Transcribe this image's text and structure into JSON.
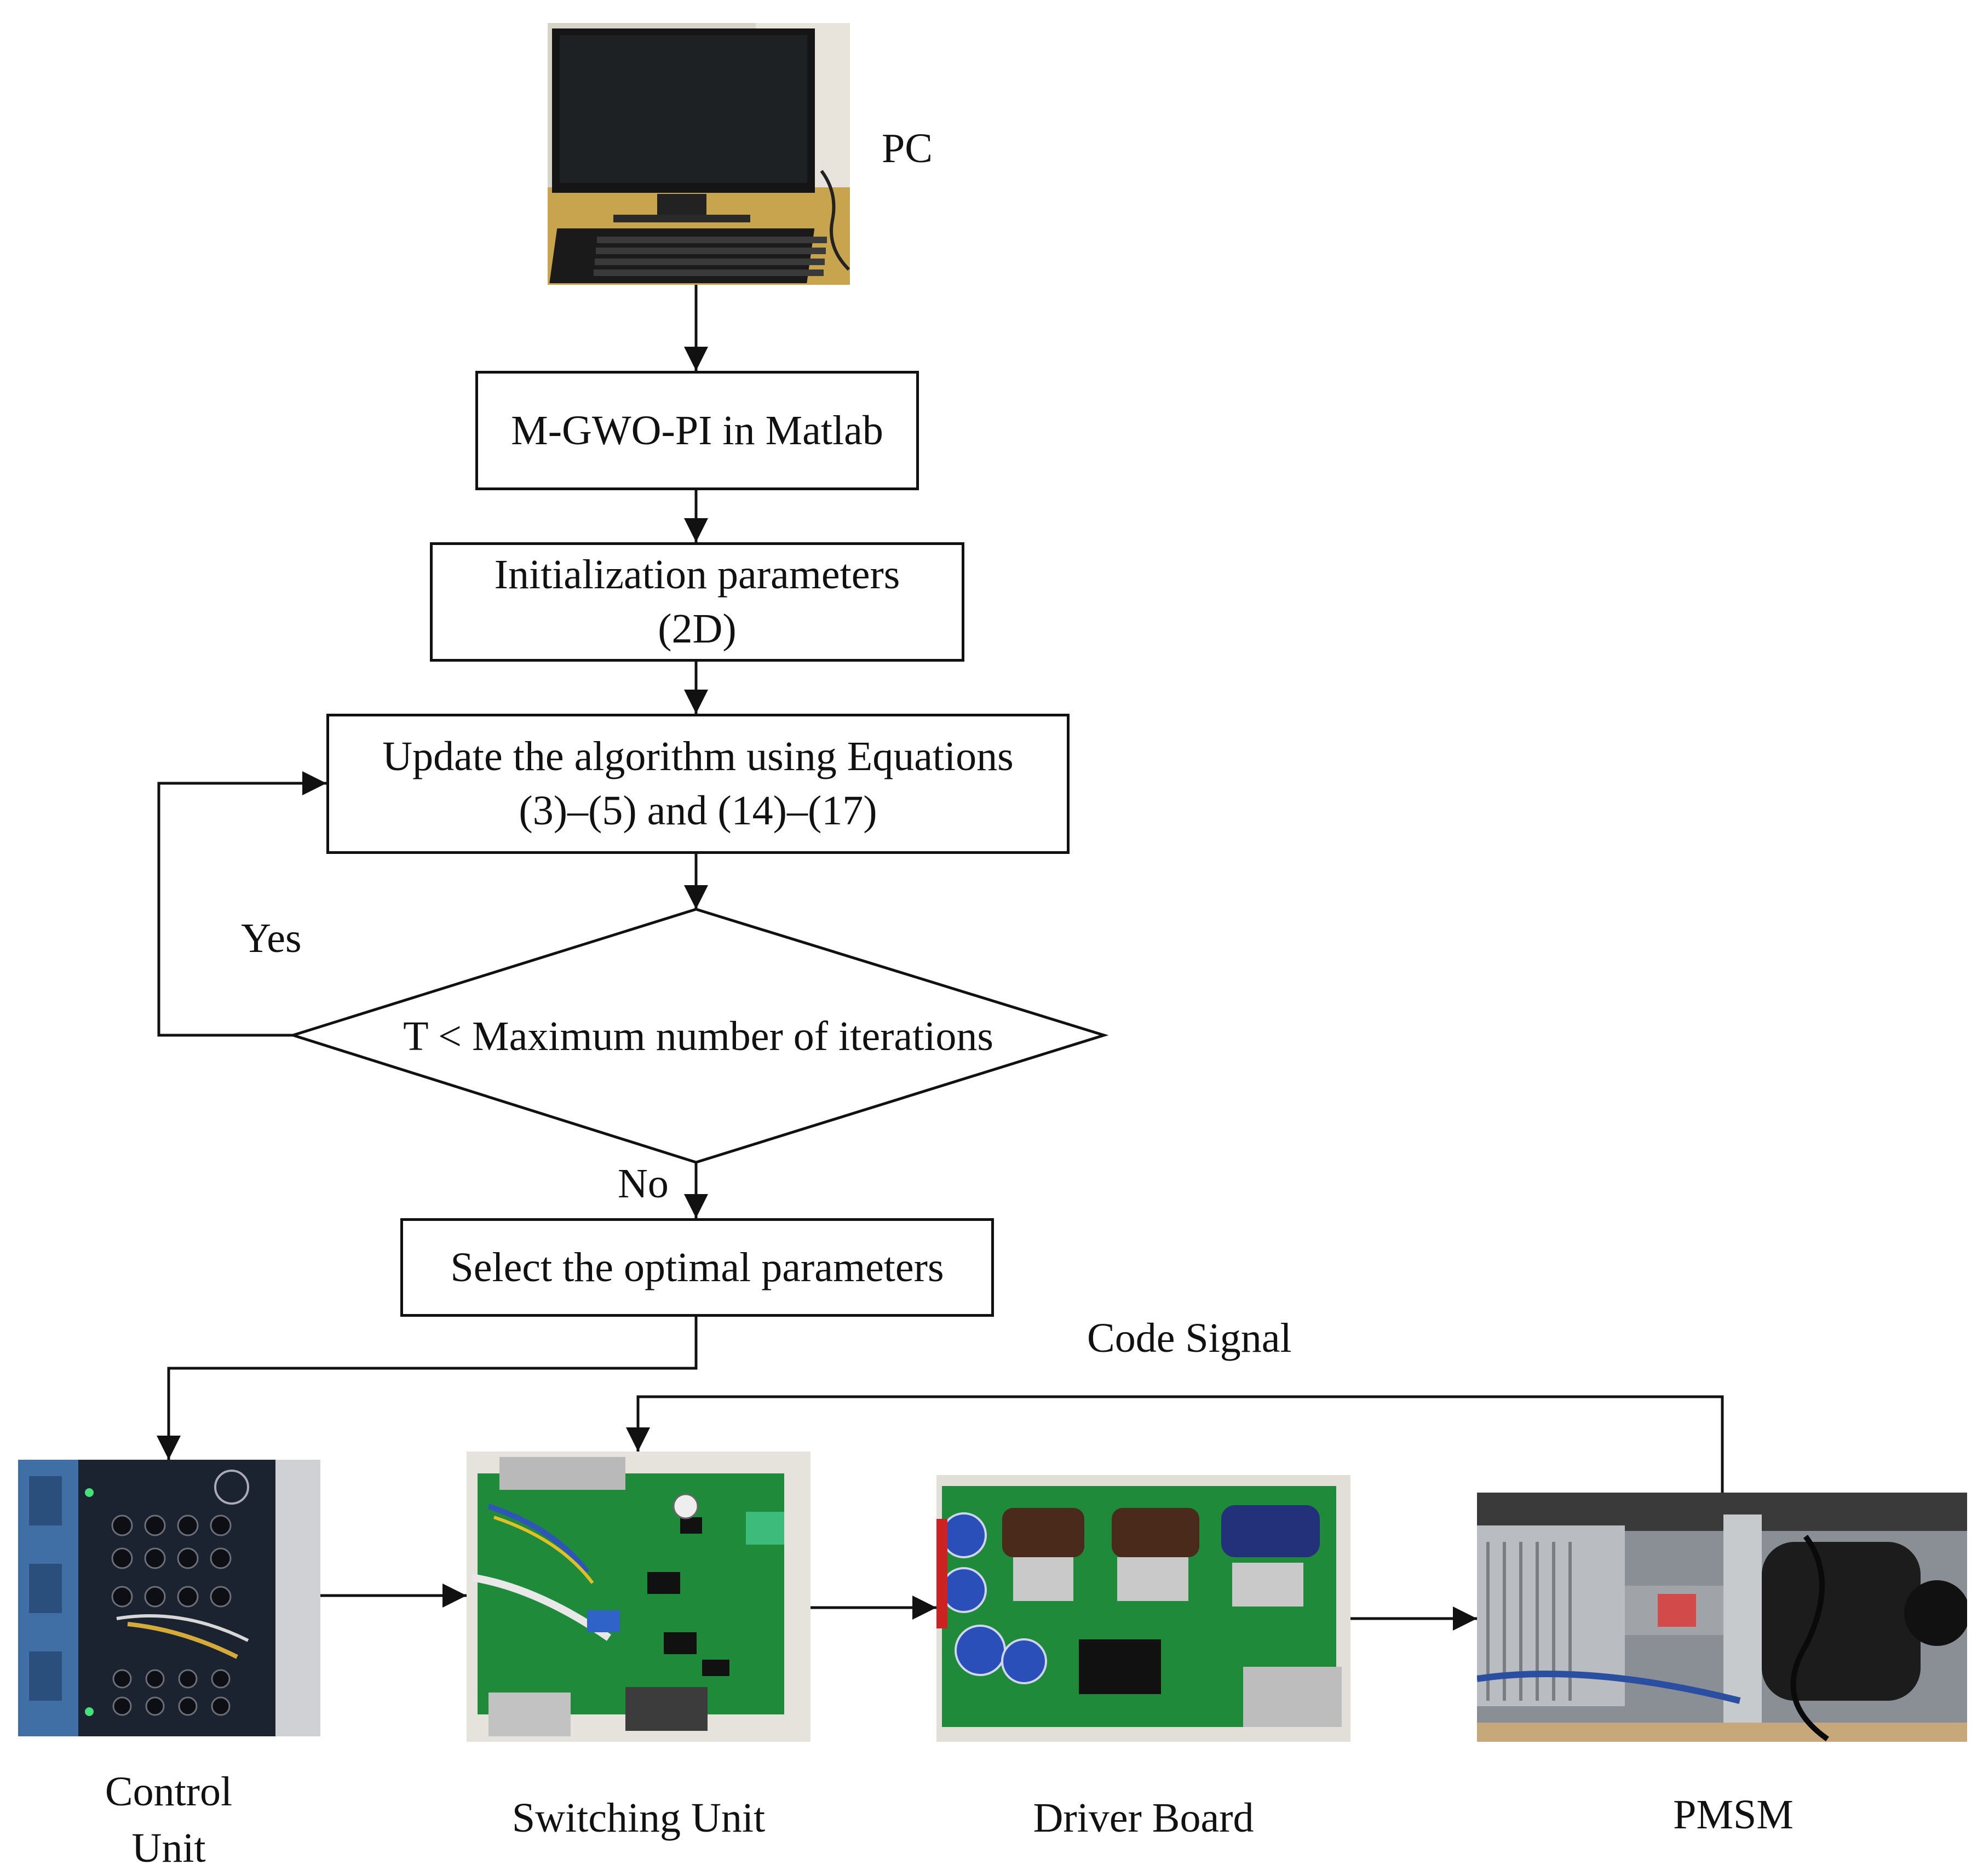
{
  "labels": {
    "pc": "PC",
    "yes": "Yes",
    "no": "No",
    "code_signal": "Code Signal"
  },
  "boxes": {
    "matlab": "M-GWO-PI in Matlab",
    "init_line1": "Initialization parameters",
    "init_line2": "(2D)",
    "update_line1": "Update the algorithm using Equations",
    "update_line2": "(3)–(5) and (14)–(17)",
    "decision": "T < Maximum number of iterations",
    "select": "Select the optimal  parameters"
  },
  "captions": {
    "control_line1": "Control",
    "control_line2": "Unit",
    "switching": "Switching Unit",
    "driver": "Driver Board",
    "pmsm": "PMSM"
  },
  "photos": {
    "pc": "pc-monitor-keyboard-photo",
    "control": "control-unit-photo",
    "switching": "switching-unit-photo",
    "driver": "driver-board-photo",
    "pmsm": "pmsm-motor-photo"
  },
  "colors": {
    "line": "#111111",
    "pcb_green": "#1f8a3a",
    "desk_wood": "#c8a24a",
    "control_panel": "#1b2230",
    "metal": "#b9bcc0"
  }
}
